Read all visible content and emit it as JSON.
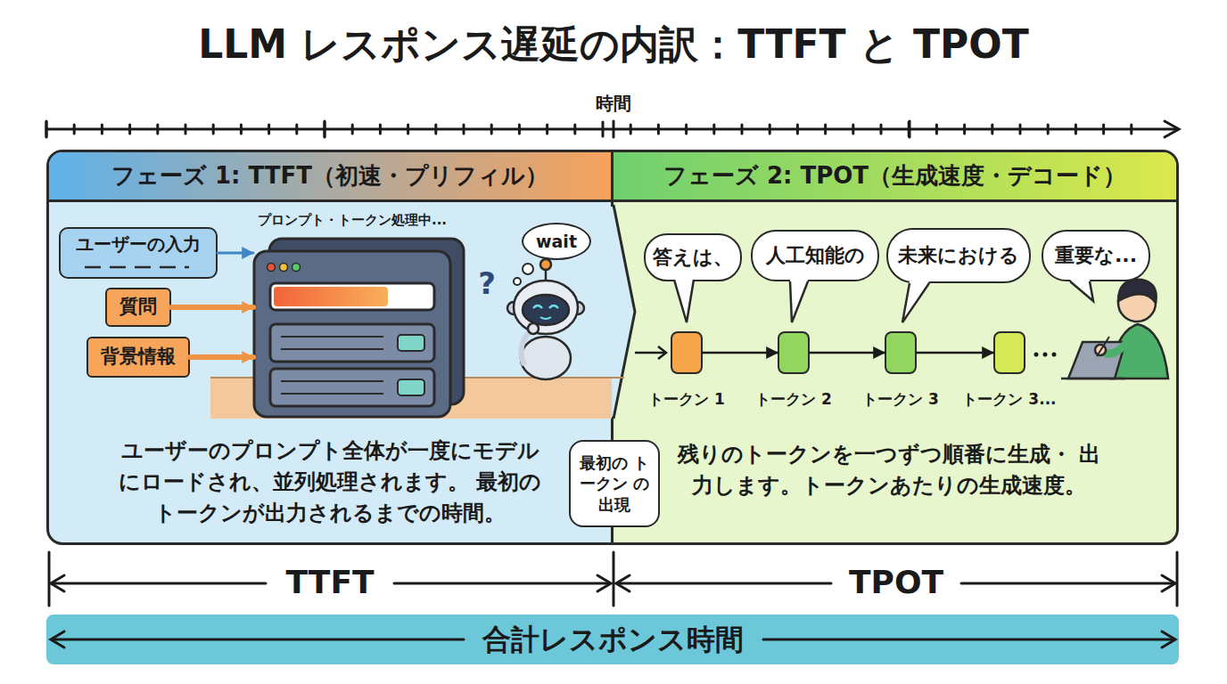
{
  "diagram": {
    "title": "LLM レスポンス遅延の内訳：TTFT と TPOT",
    "nodes": [
      {
        "text": [
          "フェーズ 1: TTFT（初速・プリフィル）",
          "ユーザーのプロンプト全体が一度にモデル にロードされ、並列処理されます。 最初のトークンが出力されるまでの時間。"
        ]
      },
      {
        "text": [
          "ユーザーの入力"
        ],
        "in": 0
      },
      {
        "text": [
          "質問"
        ],
        "in": 0
      },
      {
        "text": [
          "背景情報"
        ],
        "in": 0
      },
      {
        "text": [
          "プロンプト・トークン処理中..."
        ],
        "in": 0
      },
      {
        "text": [
          "wait"
        ],
        "in": 0
      },
      {
        "text": [
          "フェーズ 2: TPOT（生成速度・デコード）",
          "残りのトークンを一つずつ順番に生成・ 出力します。トークンあたりの生成速度。"
        ]
      },
      {
        "text": [
          "答えは、"
        ],
        "in": 6
      },
      {
        "text": [
          "人工知能の"
        ],
        "in": 6
      },
      {
        "text": [
          "未来における"
        ],
        "in": 6
      },
      {
        "text": [
          "重要な..."
        ],
        "in": 6
      },
      {
        "text": [
          "トークン 1"
        ],
        "in": 6
      },
      {
        "text": [
          "トークン 2"
        ],
        "in": 6
      },
      {
        "text": [
          "トークン 3"
        ],
        "in": 6
      },
      {
        "text": [
          "トークン 3..."
        ],
        "in": 6
      },
      {
        "text": [
          "最初の トークン の出現"
        ]
      },
      {
        "text": [
          "合計レスポンス時間"
        ]
      }
    ],
    "edges": [
      {
        "from": 1,
        "to": 4,
        "arrow": "to"
      },
      {
        "from": 2,
        "to": 4,
        "arrow": "to"
      },
      {
        "from": 3,
        "to": 4,
        "arrow": "to"
      },
      {
        "from": 11,
        "to": 12,
        "arrow": "to"
      },
      {
        "from": 12,
        "to": 13,
        "arrow": "to"
      },
      {
        "from": 13,
        "to": 14,
        "arrow": "to"
      }
    ],
    "labels": [
      "時間",
      "?",
      "TTFT",
      "TPOT"
    ]
  }
}
